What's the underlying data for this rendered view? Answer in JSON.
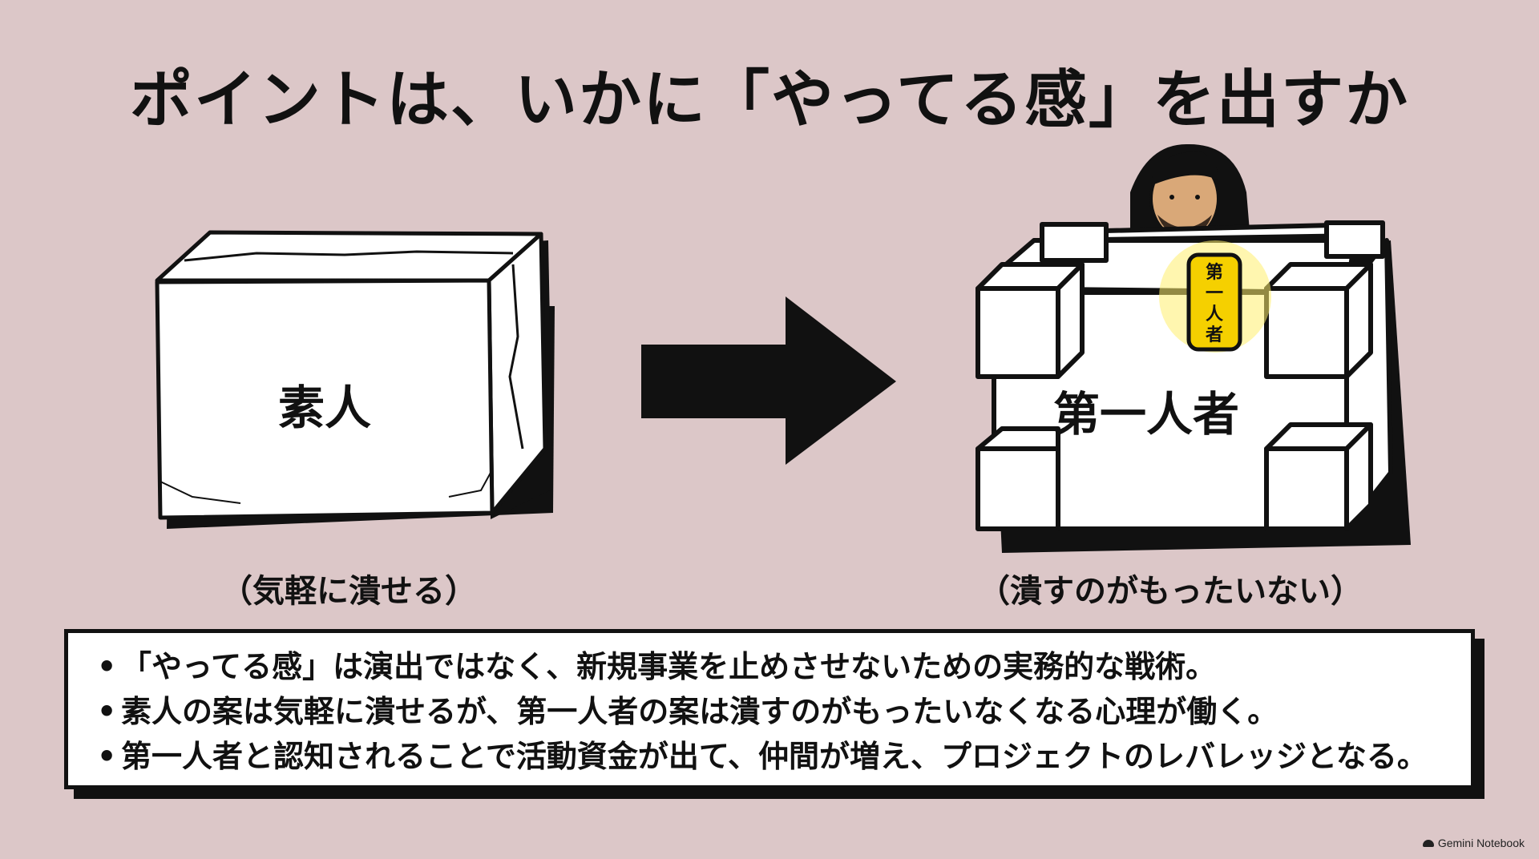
{
  "title": "ポイントは、いかに「やってる感」を出すか",
  "left": {
    "label": "素人",
    "caption": "（気軽に潰せる）"
  },
  "right": {
    "label": "第一人者",
    "caption": "（潰すのがもったいない）",
    "badge": [
      "第",
      "一",
      "人",
      "者"
    ]
  },
  "notes": [
    "「やってる感」は演出ではなく、新規事業を止めさせないための実務的な戦術。",
    "素人の案は気軽に潰せるが、第一人者の案は潰すのがもったいなくなる心理が働く。",
    "第一人者と認知されることで活動資金が出て、仲間が増え、プロジェクトのレバレッジとなる。"
  ],
  "bullet": "•",
  "footer": "Gemini Notebook",
  "colors": {
    "background": "#dcc7c8",
    "ink": "#111111",
    "badge": "#f5d000",
    "skin": "#d9a878"
  },
  "icons": {
    "arrow": "right-arrow-icon",
    "person": "person-icon",
    "footer": "cloud-icon"
  }
}
